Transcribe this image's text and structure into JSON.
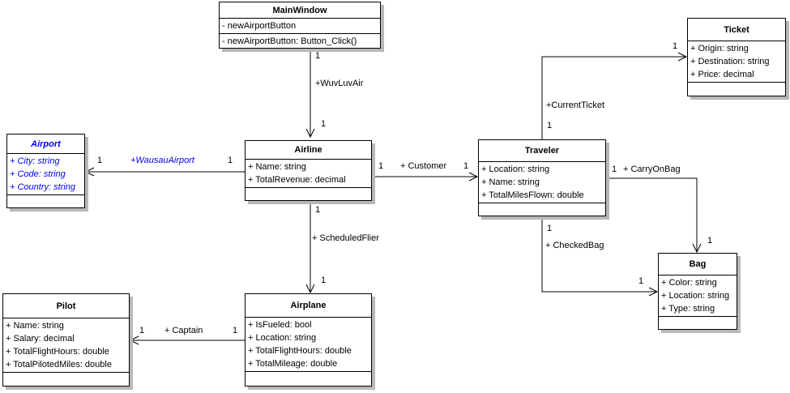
{
  "colors": {
    "background": "#ffffff",
    "class_border": "#000000",
    "class_fill": "#ffffff",
    "shadow": "#b8b8b8",
    "accent_blue": "#0000ee"
  },
  "classes": [
    {
      "name": "MainWindow",
      "attributes": [
        "- newAirportButton"
      ],
      "operations": [
        "- newAirportButton: Button_Click()"
      ]
    },
    {
      "name": "Ticket",
      "attributes": [
        "+ Origin: string",
        "+ Destination: string",
        "+ Price: decimal"
      ],
      "operations": []
    },
    {
      "name": "Airport",
      "attributes": [
        "+ City: string",
        "+ Code: string",
        "+ Country: string"
      ],
      "operations": []
    },
    {
      "name": "Airline",
      "attributes": [
        "+ Name: string",
        "+ TotalRevenue: decimal"
      ],
      "operations": []
    },
    {
      "name": "Traveler",
      "attributes": [
        "+ Location: string",
        "+ Name: string",
        "+ TotalMilesFlown: double"
      ],
      "operations": []
    },
    {
      "name": "Pilot",
      "attributes": [
        "+ Name: string",
        "+ Salary: decimal",
        "+ TotalFlightHours: double",
        "+ TotalPilotedMiles: double"
      ],
      "operations": []
    },
    {
      "name": "Airplane",
      "attributes": [
        "+ IsFueled: bool",
        "+ Location: string",
        "+ TotalFlightHours: double",
        "+ TotalMileage: double"
      ],
      "operations": []
    },
    {
      "name": "Bag",
      "attributes": [
        "+ Color: string",
        "+ Location: string",
        "+ Type: string"
      ],
      "operations": []
    }
  ],
  "edges": [
    {
      "from": "MainWindow",
      "to": "Airline",
      "label": "+WuvLuvAir",
      "from_mult": "1",
      "to_mult": "1"
    },
    {
      "from": "Airline",
      "to": "Airport",
      "label": "+WausauAirport",
      "from_mult": "1",
      "to_mult": "1"
    },
    {
      "from": "Airline",
      "to": "Traveler",
      "label": "+ Customer",
      "from_mult": "1",
      "to_mult": "1"
    },
    {
      "from": "Traveler",
      "to": "Ticket",
      "label": "+CurrentTicket",
      "from_mult": "1",
      "to_mult": "1"
    },
    {
      "from": "Traveler",
      "to": "Bag",
      "label": "+ CarryOnBag",
      "from_mult": "1",
      "to_mult": "1"
    },
    {
      "from": "Traveler",
      "to": "Bag",
      "label": "+ CheckedBag",
      "from_mult": "1",
      "to_mult": "1"
    },
    {
      "from": "Airline",
      "to": "Airplane",
      "label": "+ ScheduledFlier",
      "from_mult": "1",
      "to_mult": "1"
    },
    {
      "from": "Airplane",
      "to": "Pilot",
      "label": "+ Captain",
      "from_mult": "1",
      "to_mult": "1"
    }
  ]
}
